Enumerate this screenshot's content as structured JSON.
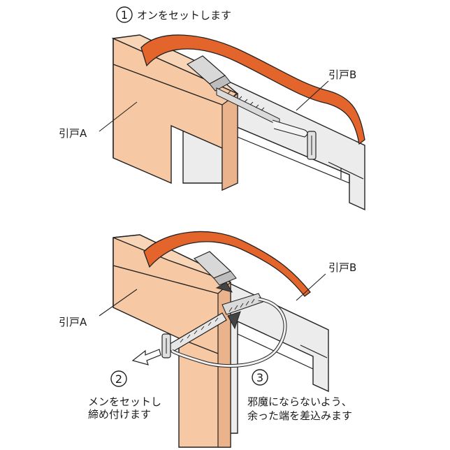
{
  "steps": [
    {
      "number": "1",
      "text": "オンをセットします"
    },
    {
      "number": "2",
      "lines": [
        "メンをセットし",
        "締め付けます"
      ]
    },
    {
      "number": "3",
      "lines": [
        "邪魔にならないよう、",
        "余った端を差込みます"
      ]
    }
  ],
  "labels": {
    "door_a": "引戸A",
    "door_b": "引戸B"
  },
  "colors": {
    "door_a": "#f6c8a3",
    "door_a_edge": "#e9b286",
    "door_b": "#ececec",
    "band": "#e4652b",
    "line": "#222222",
    "tie": "#dcdcdc"
  }
}
